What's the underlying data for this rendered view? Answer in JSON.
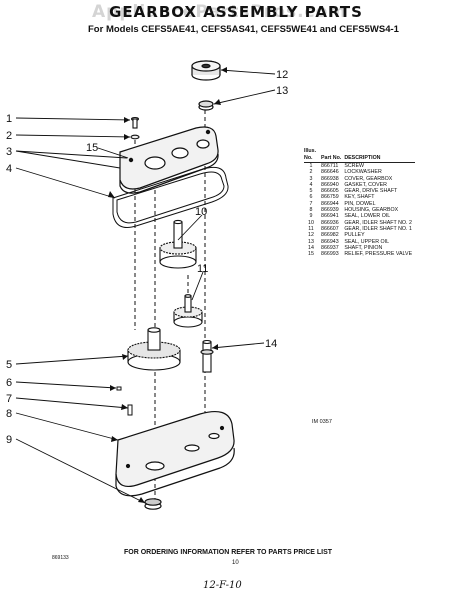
{
  "header": {
    "title": "GEARBOX ASSEMBLY PARTS",
    "subtitle": "For Models CEFS5AE41, CEFS5AS41, CEFS5WE41 and CEFS5WS4-1",
    "watermark": "AppliancePartsPros.com"
  },
  "callouts": [
    "1",
    "2",
    "3",
    "4",
    "5",
    "6",
    "7",
    "8",
    "9",
    "10",
    "11",
    "12",
    "13",
    "14",
    "15"
  ],
  "parts_table": {
    "headers": {
      "illus_no": "Illus. No.",
      "part_no": "Part No.",
      "description": "DESCRIPTION"
    },
    "rows": [
      {
        "illus": "1",
        "part": "866711",
        "desc": "SCREW"
      },
      {
        "illus": "2",
        "part": "866646",
        "desc": "LOCKWASHER"
      },
      {
        "illus": "3",
        "part": "866938",
        "desc": "COVER, GEARBOX"
      },
      {
        "illus": "4",
        "part": "866940",
        "desc": "GASKET, COVER"
      },
      {
        "illus": "5",
        "part": "866605",
        "desc": "GEAR, DRIVE SHAFT"
      },
      {
        "illus": "6",
        "part": "866759",
        "desc": "KEY, SHAFT"
      },
      {
        "illus": "7",
        "part": "866944",
        "desc": "PIN, DOWEL"
      },
      {
        "illus": "8",
        "part": "866939",
        "desc": "HOUSING, GEARBOX"
      },
      {
        "illus": "9",
        "part": "866941",
        "desc": "SEAL, LOWER OIL"
      },
      {
        "illus": "10",
        "part": "866936",
        "desc": "GEAR, IDLER SHAFT NO. 2"
      },
      {
        "illus": "11",
        "part": "866607",
        "desc": "GEAR, IDLER SHAFT NO. 1"
      },
      {
        "illus": "12",
        "part": "866982",
        "desc": "PULLEY"
      },
      {
        "illus": "13",
        "part": "866943",
        "desc": "SEAL, UPPER OIL"
      },
      {
        "illus": "14",
        "part": "866937",
        "desc": "SHAFT, PINION"
      },
      {
        "illus": "15",
        "part": "866993",
        "desc": "RELIEF, PRESSURE VALVE"
      }
    ]
  },
  "drawing_code": "IM 0357",
  "footer": {
    "ordering_note": "FOR ORDERING INFORMATION REFER TO PARTS PRICE LIST",
    "doc_number": "869133",
    "page_number": "10",
    "handwritten_note": "12-F-10"
  }
}
